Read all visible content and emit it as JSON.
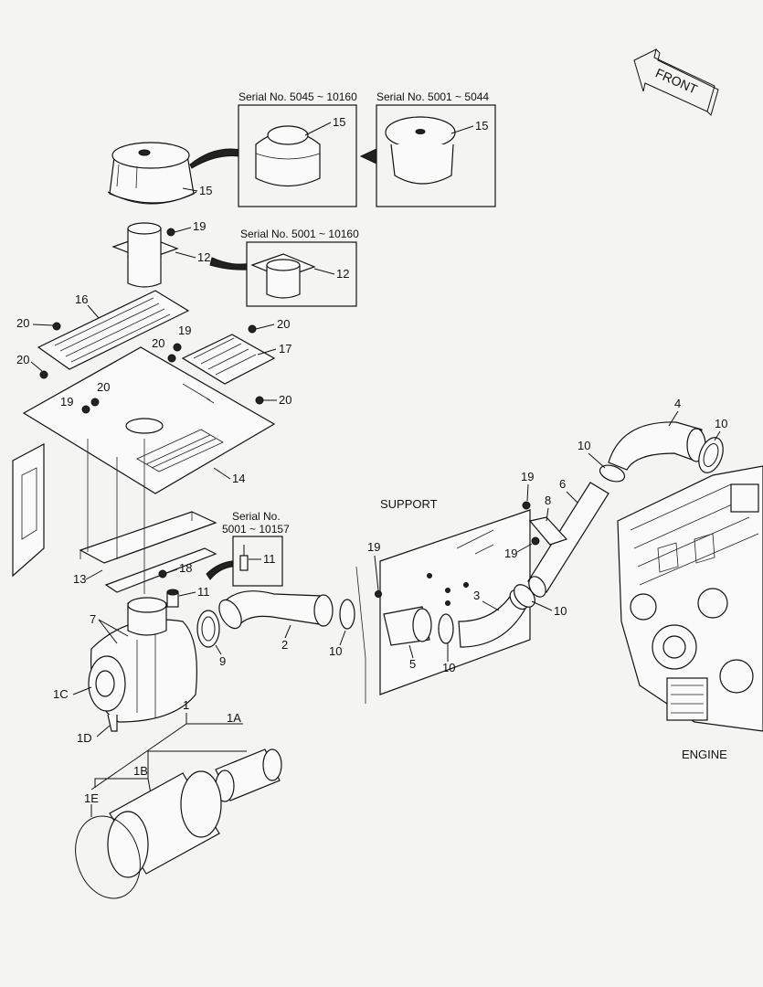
{
  "diagram": {
    "direction_label": "FRONT",
    "area_labels": {
      "support": "SUPPORT",
      "engine": "ENGINE"
    },
    "serial_boxes": [
      {
        "label": "Serial No.  5045 ~ 10160",
        "part": "15"
      },
      {
        "label": "Serial No.  5001 ~ 5044",
        "part": "15"
      },
      {
        "label": "Serial No.  5001 ~ 10160",
        "part": "12"
      },
      {
        "label_line1": "Serial No.",
        "label_line2": "5001 ~ 10157",
        "part": "11"
      }
    ],
    "callouts": {
      "c15_main": "15",
      "c19_top": "19",
      "c12_main": "12",
      "c16": "16",
      "c20_a": "20",
      "c20_b": "20",
      "c20_c": "20",
      "c20_d": "20",
      "c20_e": "20",
      "c19_b": "19",
      "c20_f": "20",
      "c17": "17",
      "c19_c": "19",
      "c14": "14",
      "c13": "13",
      "c18": "18",
      "c11": "11",
      "c7": "7",
      "c9": "9",
      "c2": "2",
      "c1C": "1C",
      "c1D": "1D",
      "c1": "1",
      "c1A": "1A",
      "c1B": "1B",
      "c1E": "1E",
      "c10_a": "10",
      "c19_d": "19",
      "c5": "5",
      "c10_b": "10",
      "c3": "3",
      "c10_c": "10",
      "c19_e": "19",
      "c8": "8",
      "c6": "6",
      "c10_d": "10",
      "c4": "4",
      "c10_e": "10",
      "c19_f": "19"
    }
  }
}
